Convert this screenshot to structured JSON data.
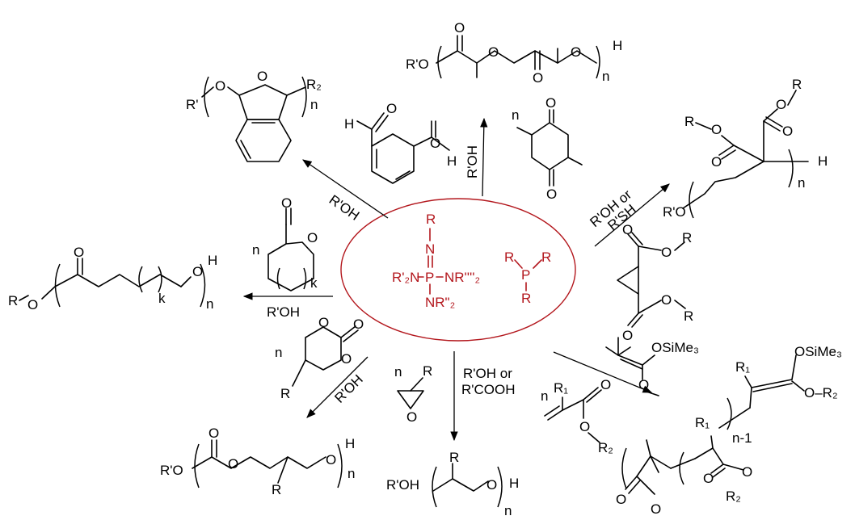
{
  "colors": {
    "catalyst": "#b3171d",
    "ink": "#000000"
  },
  "catalyst": {
    "r_top": "R",
    "n_top": "N",
    "left_group": "R'₂N–P–NR'''₂",
    "left_text": "R'₂N",
    "right_text": "NR''''₂",
    "p_atom": "P",
    "bottom_text": "NR\"₂",
    "phosphine": {
      "r1": "R",
      "p": "P",
      "r2": "R",
      "r3": "R"
    }
  },
  "reagents": {
    "top": "R'OH",
    "top_left": "R'OH",
    "left": "R'OH",
    "bottom_left": "R'OH",
    "bottom_1": "R'OH or",
    "bottom_2": "R'COOH",
    "top_right_1": "R'OH or",
    "top_right_2": "R'SH"
  },
  "labels": {
    "R": "R",
    "O": "O",
    "H": "H",
    "n": "n",
    "k": "k",
    "R1": "R₁",
    "R2": "R₂",
    "Rp": "R'",
    "RpO": "R'O",
    "RpOH": "R'OH",
    "OSiMe3": "OSiMe₃",
    "n_minus_1": "n-1",
    "OR2": "O–R₂",
    "OR": "O",
    "R_": "R"
  }
}
